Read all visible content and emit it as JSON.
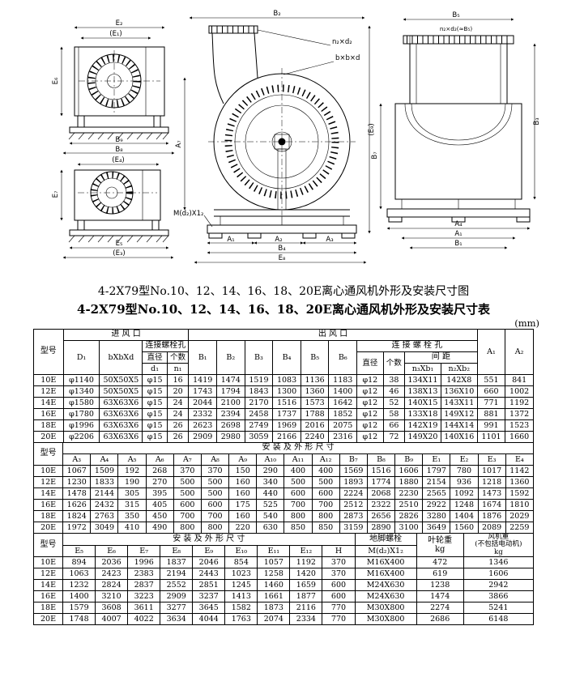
{
  "page": {
    "figure_caption": "4-2X79型No.10、12、14、16、18、20E离心通风机外形及安装尺寸图",
    "table_title": "4-2X79型No.10、12、14、16、18、20E离心通风机外形及安装尺寸表",
    "unit_label": "(mm)"
  },
  "drawings": {
    "view1_labels": [
      "E₂",
      "(E₁)",
      "E₆",
      "B₉",
      "B₈"
    ],
    "view2_labels": [
      "B₂",
      "(E₉)",
      "A₇",
      "M(d₂)X1₂",
      "n₂×d₂",
      "b×b×d",
      "A₁",
      "A₂",
      "A₃",
      "B₄",
      "E₈"
    ],
    "view3_labels": [
      "B₅",
      "n₂×d₂(≈B₅)",
      "B₇",
      "B₃",
      "A₄",
      "A₁",
      "B₁"
    ],
    "view4_labels": [
      "(E₄)",
      "E₇",
      "E₅",
      "(E₃)"
    ]
  },
  "table1": {
    "header": {
      "model": "型号",
      "inlet_group": "进  风  口",
      "outlet_group": "出  风  口",
      "d1_col": "D₁",
      "bxbxd": "bXbXd",
      "bolt_holes_inlet": "连接螺栓孔",
      "bolt_holes_outlet": "连 接 螺 栓 孔",
      "diameter": "直径",
      "count": "个数",
      "diameter2": "直径",
      "count2": "个数",
      "spacing": "间  距",
      "d1_sub": "d₁",
      "n1_sub": "n₁",
      "n3xb1": "n₃Xb₁",
      "n2xb2": "n₂Xb₂",
      "b_cols": [
        "B₁",
        "B₂",
        "B₃",
        "B₄",
        "B₅",
        "B₆"
      ],
      "a1": "A₁",
      "a2": "A₂"
    },
    "rows": [
      [
        "10E",
        "φ1140",
        "50X50X5",
        "φ15",
        "16",
        "1419",
        "1474",
        "1519",
        "1083",
        "1136",
        "1183",
        "φ12",
        "38",
        "134X11",
        "142X8",
        "551",
        "841"
      ],
      [
        "12E",
        "φ1340",
        "50X50X5",
        "φ15",
        "20",
        "1743",
        "1794",
        "1843",
        "1300",
        "1360",
        "1400",
        "φ12",
        "46",
        "138X13",
        "136X10",
        "660",
        "1002"
      ],
      [
        "14E",
        "φ1580",
        "63X63X6",
        "φ15",
        "24",
        "2044",
        "2100",
        "2170",
        "1516",
        "1573",
        "1642",
        "φ12",
        "52",
        "140X15",
        "143X11",
        "771",
        "1192"
      ],
      [
        "16E",
        "φ1780",
        "63X63X6",
        "φ15",
        "24",
        "2332",
        "2394",
        "2458",
        "1737",
        "1788",
        "1852",
        "φ12",
        "58",
        "133X18",
        "149X12",
        "881",
        "1372"
      ],
      [
        "18E",
        "φ1996",
        "63X63X6",
        "φ15",
        "26",
        "2623",
        "2698",
        "2749",
        "1969",
        "2016",
        "2075",
        "φ12",
        "66",
        "142X19",
        "144X14",
        "991",
        "1523"
      ],
      [
        "20E",
        "φ2206",
        "63X63X6",
        "φ15",
        "26",
        "2909",
        "2980",
        "3059",
        "2166",
        "2240",
        "2316",
        "φ12",
        "72",
        "149X20",
        "140X16",
        "1101",
        "1660"
      ]
    ]
  },
  "table2": {
    "header": {
      "model": "型号",
      "group": "安  装  及  外  形  尺  寸",
      "cols": [
        "A₃",
        "A₄",
        "A₅",
        "A₆",
        "A₇",
        "A₈",
        "A₉",
        "A₁₀",
        "A₁₁",
        "A₁₂",
        "B₇",
        "B₈",
        "B₉",
        "E₁",
        "E₂",
        "E₃",
        "E₄"
      ]
    },
    "rows": [
      [
        "10E",
        "1067",
        "1509",
        "192",
        "268",
        "370",
        "370",
        "150",
        "290",
        "400",
        "400",
        "1569",
        "1516",
        "1606",
        "1797",
        "780",
        "1017",
        "1142"
      ],
      [
        "12E",
        "1230",
        "1833",
        "190",
        "270",
        "500",
        "500",
        "160",
        "340",
        "500",
        "500",
        "1893",
        "1774",
        "1880",
        "2154",
        "936",
        "1218",
        "1360"
      ],
      [
        "14E",
        "1478",
        "2144",
        "305",
        "395",
        "500",
        "500",
        "160",
        "440",
        "600",
        "600",
        "2224",
        "2068",
        "2230",
        "2565",
        "1092",
        "1473",
        "1592"
      ],
      [
        "16E",
        "1626",
        "2432",
        "315",
        "405",
        "600",
        "600",
        "175",
        "525",
        "700",
        "700",
        "2512",
        "2322",
        "2510",
        "2922",
        "1248",
        "1674",
        "1810"
      ],
      [
        "18E",
        "1824",
        "2763",
        "350",
        "450",
        "700",
        "700",
        "160",
        "540",
        "800",
        "800",
        "2873",
        "2656",
        "2826",
        "3280",
        "1404",
        "1876",
        "2029"
      ],
      [
        "20E",
        "1972",
        "3049",
        "410",
        "490",
        "800",
        "800",
        "220",
        "630",
        "850",
        "850",
        "3159",
        "2890",
        "3100",
        "3649",
        "1560",
        "2089",
        "2259"
      ]
    ]
  },
  "table3": {
    "header": {
      "model": "型号",
      "group": "安  装  及  外  形  尺  寸",
      "cols": [
        "E₅",
        "E₆",
        "E₇",
        "E₈",
        "E₉",
        "E₁₀",
        "E₁₁",
        "E₁₂",
        "H"
      ],
      "anchor_bolt": "地脚螺栓",
      "anchor_bolt_sub": "M(d₂)X1₂",
      "impeller_weight": "叶轮重",
      "impeller_weight_unit": "kg",
      "fan_weight": "风机重",
      "fan_weight_note": "(不包括电动机)",
      "fan_weight_unit": "kg"
    },
    "rows": [
      [
        "10E",
        "894",
        "2036",
        "1996",
        "1837",
        "2046",
        "854",
        "1057",
        "1192",
        "370",
        "M16X400",
        "472",
        "1346"
      ],
      [
        "12E",
        "1063",
        "2423",
        "2383",
        "2194",
        "2443",
        "1023",
        "1258",
        "1420",
        "370",
        "M16X400",
        "619",
        "1606"
      ],
      [
        "14E",
        "1232",
        "2824",
        "2837",
        "2552",
        "2851",
        "1245",
        "1460",
        "1659",
        "600",
        "M24X630",
        "1238",
        "2942"
      ],
      [
        "16E",
        "1400",
        "3210",
        "3223",
        "2909",
        "3237",
        "1413",
        "1661",
        "1877",
        "600",
        "M24X630",
        "1474",
        "3866"
      ],
      [
        "18E",
        "1579",
        "3608",
        "3611",
        "3277",
        "3645",
        "1582",
        "1873",
        "2116",
        "770",
        "M30X800",
        "2274",
        "5241"
      ],
      [
        "20E",
        "1748",
        "4007",
        "4022",
        "3634",
        "4044",
        "1763",
        "2074",
        "2334",
        "770",
        "M30X800",
        "2686",
        "6148"
      ]
    ]
  }
}
